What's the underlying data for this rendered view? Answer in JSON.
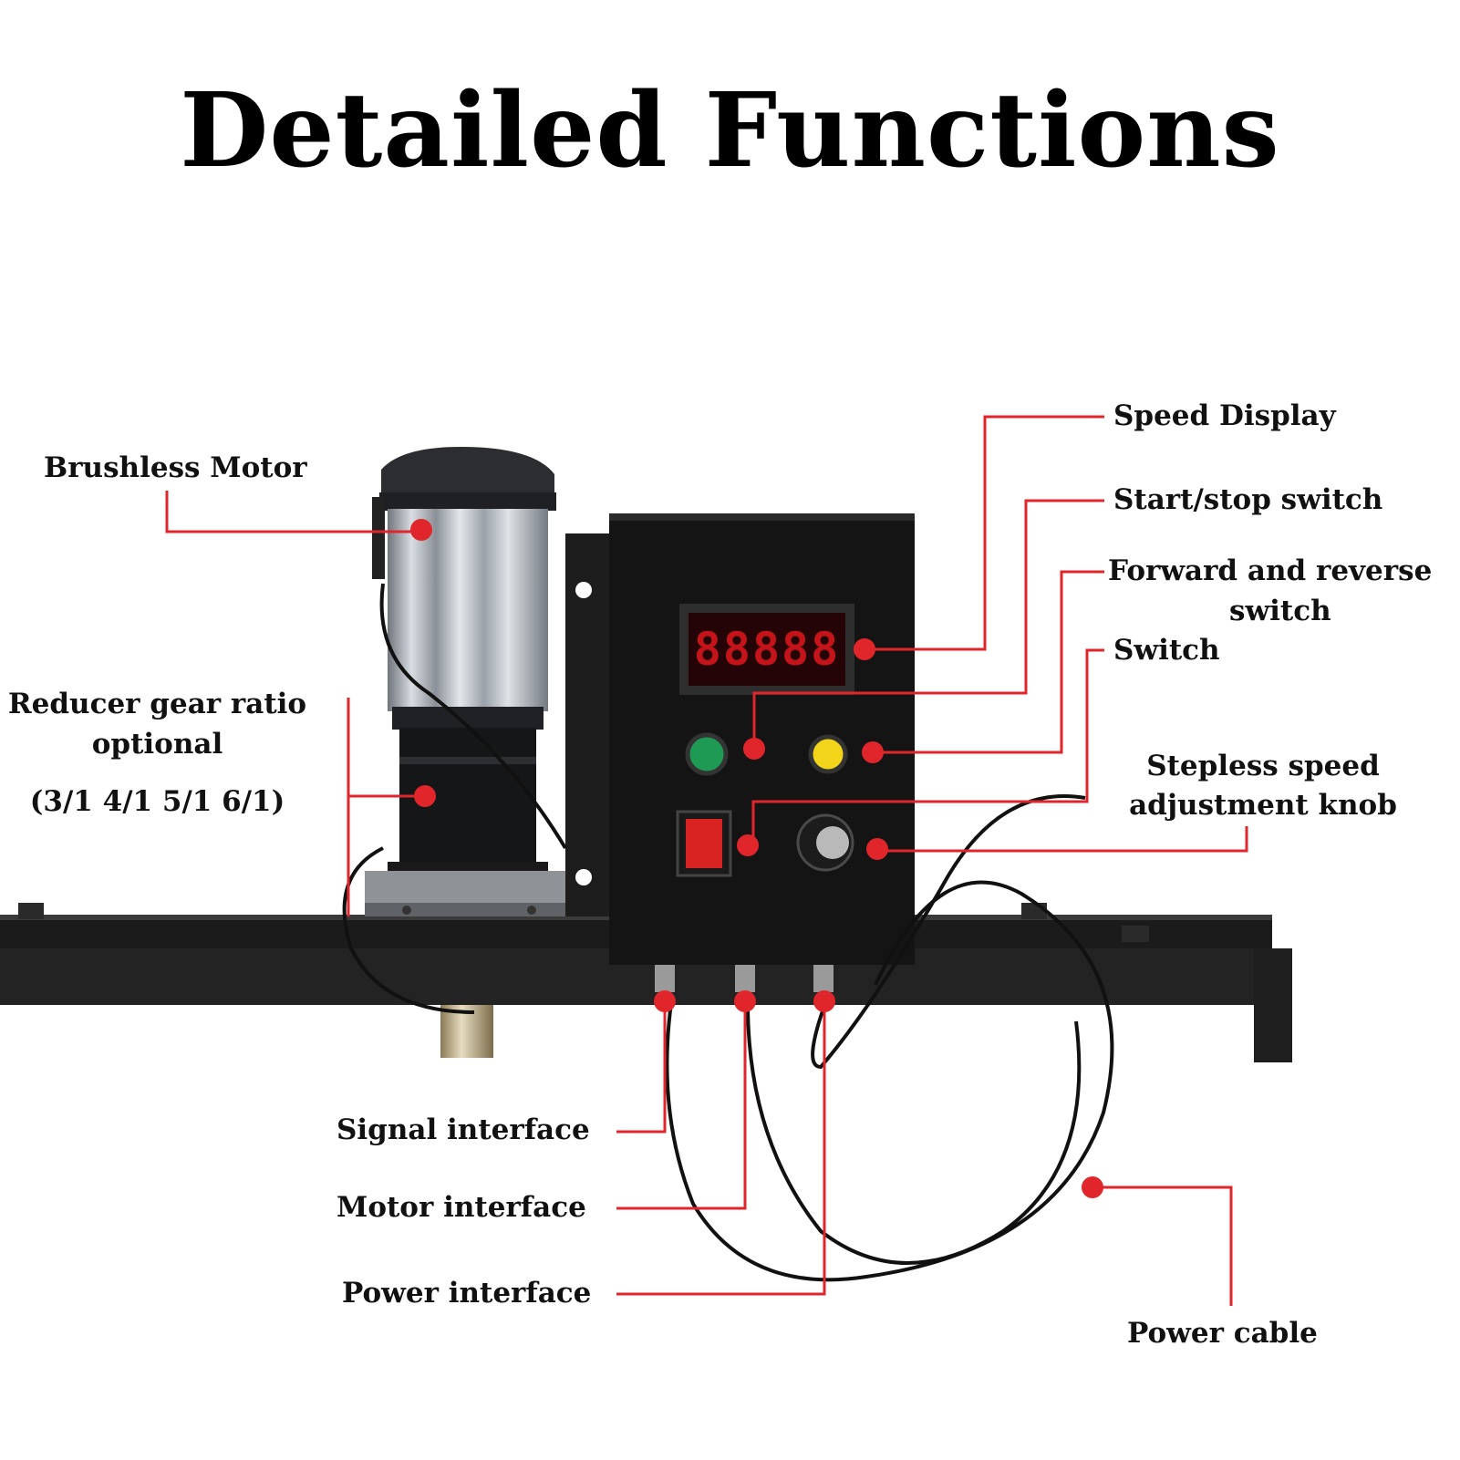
{
  "title": "Detailed Functions",
  "labels": {
    "brushless_motor": "Brushless Motor",
    "reducer_line1": "Reducer gear ratio",
    "reducer_line2": "optional",
    "reducer_line3": "(3/1 4/1 5/1 6/1)",
    "speed_display": "Speed Display",
    "start_stop": "Start/stop switch",
    "fwd_rev_line1": "Forward and reverse",
    "fwd_rev_line2": "switch",
    "switch": "Switch",
    "stepless_line1": "Stepless speed",
    "stepless_line2": "adjustment knob",
    "signal_interface": "Signal interface",
    "motor_interface": "Motor interface",
    "power_interface": "Power interface",
    "power_cable": "Power cable"
  },
  "colors": {
    "callout": "#e0252b",
    "body": "#141414",
    "display_digits": "#c4141a",
    "green_button": "#1f9a55",
    "yellow_button": "#f2d51a",
    "rocker_switch": "#d92222"
  },
  "display_value": "88888"
}
